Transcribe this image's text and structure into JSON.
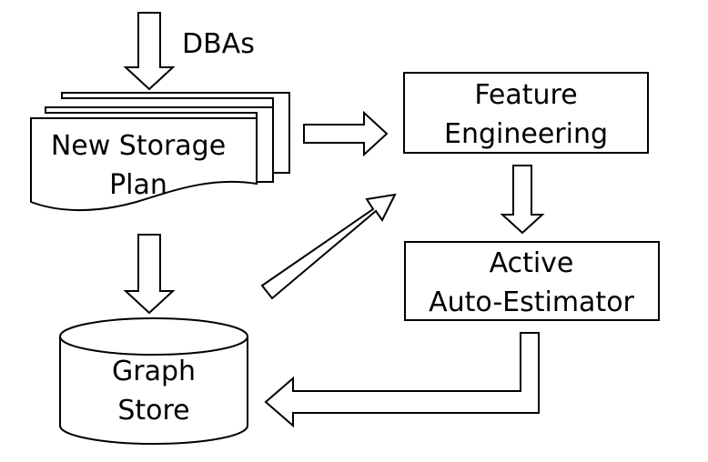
{
  "colors": {
    "stroke": "#000000",
    "fill": "#ffffff",
    "text": "#000000"
  },
  "nodes": {
    "input_label": "DBAs",
    "new_storage_plan": {
      "line1": "New Storage",
      "line2": "Plan"
    },
    "feature_engineering": {
      "line1": "Feature",
      "line2": "Engineering"
    },
    "active_auto_estimator": {
      "line1": "Active",
      "line2": "Auto-Estimator"
    },
    "graph_store": {
      "line1": "Graph",
      "line2": "Store"
    }
  }
}
